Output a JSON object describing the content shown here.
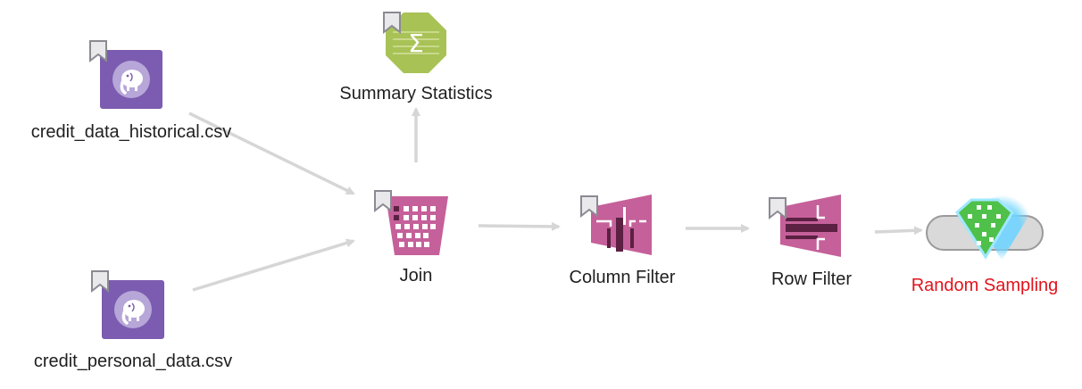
{
  "workflow": {
    "nodes": [
      {
        "id": "csv_hist",
        "label": "credit_data_historical.csv",
        "type": "csv-reader",
        "icon": "elephant-icon",
        "status": "normal"
      },
      {
        "id": "csv_personal",
        "label": "credit_personal_data.csv",
        "type": "csv-reader",
        "icon": "elephant-icon",
        "status": "normal"
      },
      {
        "id": "join",
        "label": "Join",
        "type": "manipulator",
        "icon": "join-grid-icon",
        "status": "normal"
      },
      {
        "id": "summary",
        "label": "Summary Statistics",
        "type": "statistics",
        "icon": "sigma-icon",
        "status": "normal"
      },
      {
        "id": "colfilter",
        "label": "Column Filter",
        "type": "manipulator",
        "icon": "column-filter-icon",
        "status": "normal"
      },
      {
        "id": "rowfilter",
        "label": "Row Filter",
        "type": "manipulator",
        "icon": "row-filter-icon",
        "status": "normal"
      },
      {
        "id": "sampling",
        "label": "Random Sampling",
        "type": "component",
        "icon": "gem-icon",
        "status": "error"
      }
    ],
    "edges": [
      {
        "from": "csv_hist",
        "to": "join"
      },
      {
        "from": "csv_personal",
        "to": "join"
      },
      {
        "from": "join",
        "to": "summary"
      },
      {
        "from": "join",
        "to": "colfilter"
      },
      {
        "from": "colfilter",
        "to": "rowfilter"
      },
      {
        "from": "rowfilter",
        "to": "sampling"
      }
    ]
  },
  "colors": {
    "reader": "#7b5cb0",
    "manipulator": "#c5609a",
    "manipulator_dark": "#5b2042",
    "statistics": "#a8c256",
    "sampling": "#4fc04a",
    "edge": "#d6d6d6",
    "error_label": "#e3141c"
  }
}
